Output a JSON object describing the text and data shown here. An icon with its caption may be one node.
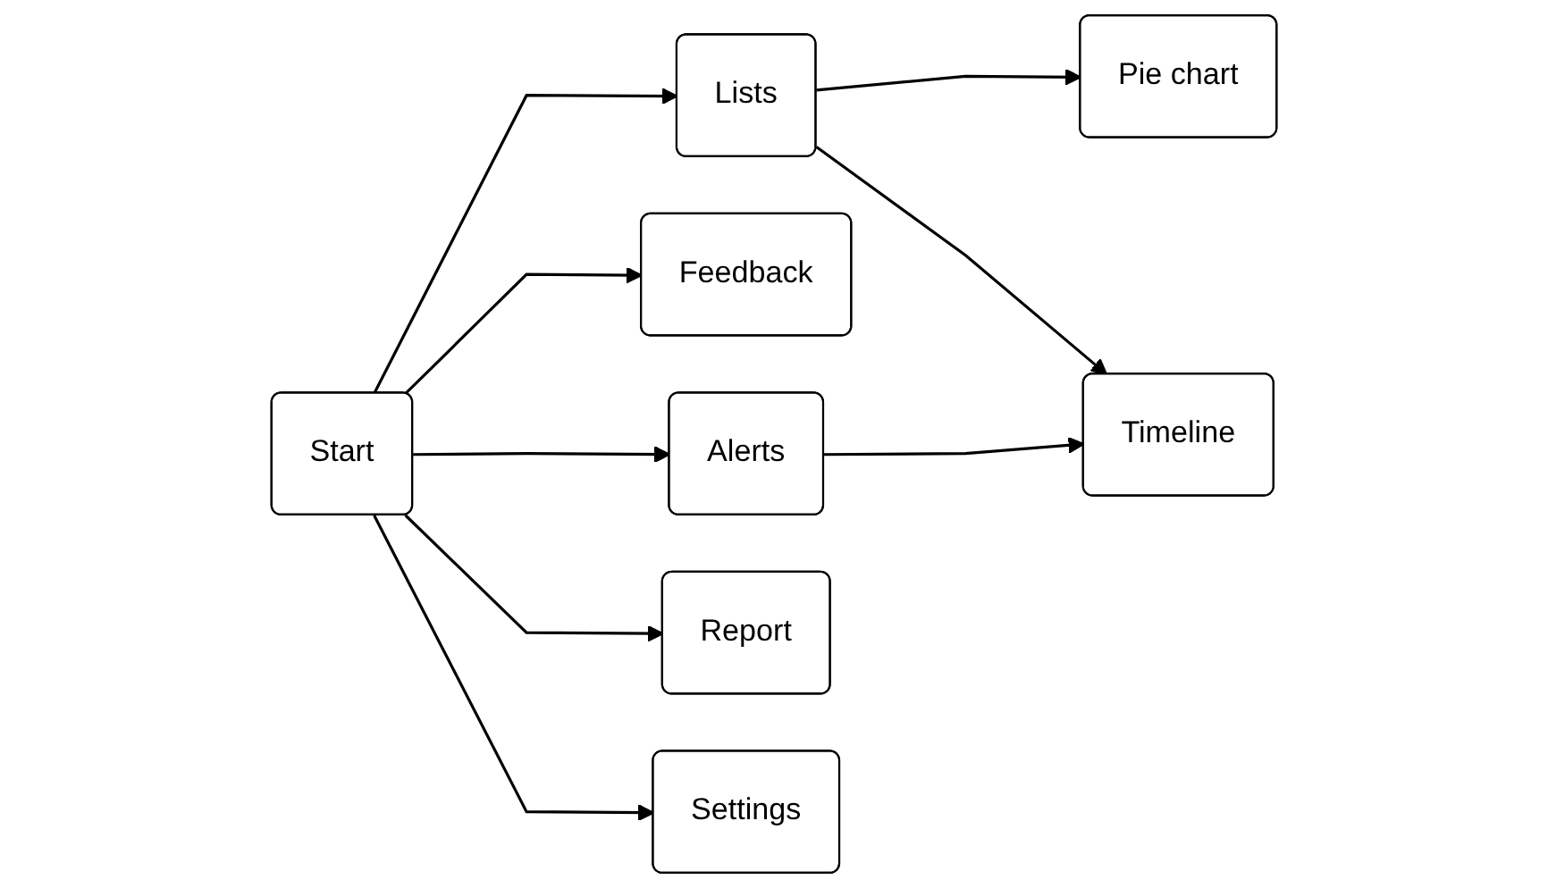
{
  "diagram": {
    "nodes": [
      {
        "text": [
          "Start"
        ]
      },
      {
        "text": [
          "Lists"
        ]
      },
      {
        "text": [
          "Feedback"
        ]
      },
      {
        "text": [
          "Alerts"
        ]
      },
      {
        "text": [
          "Report"
        ]
      },
      {
        "text": [
          "Settings"
        ]
      },
      {
        "text": [
          "Pie chart"
        ]
      },
      {
        "text": [
          "Timeline"
        ]
      }
    ],
    "edges": [
      {
        "from": 0,
        "to": 1,
        "arrow": "to"
      },
      {
        "from": 0,
        "to": 2,
        "arrow": "to"
      },
      {
        "from": 0,
        "to": 3,
        "arrow": "to"
      },
      {
        "from": 0,
        "to": 4,
        "arrow": "to"
      },
      {
        "from": 0,
        "to": 5,
        "arrow": "to"
      },
      {
        "from": 1,
        "to": 6,
        "arrow": "to"
      },
      {
        "from": 1,
        "to": 7,
        "arrow": "to"
      },
      {
        "from": 3,
        "to": 7,
        "arrow": "to"
      }
    ]
  }
}
